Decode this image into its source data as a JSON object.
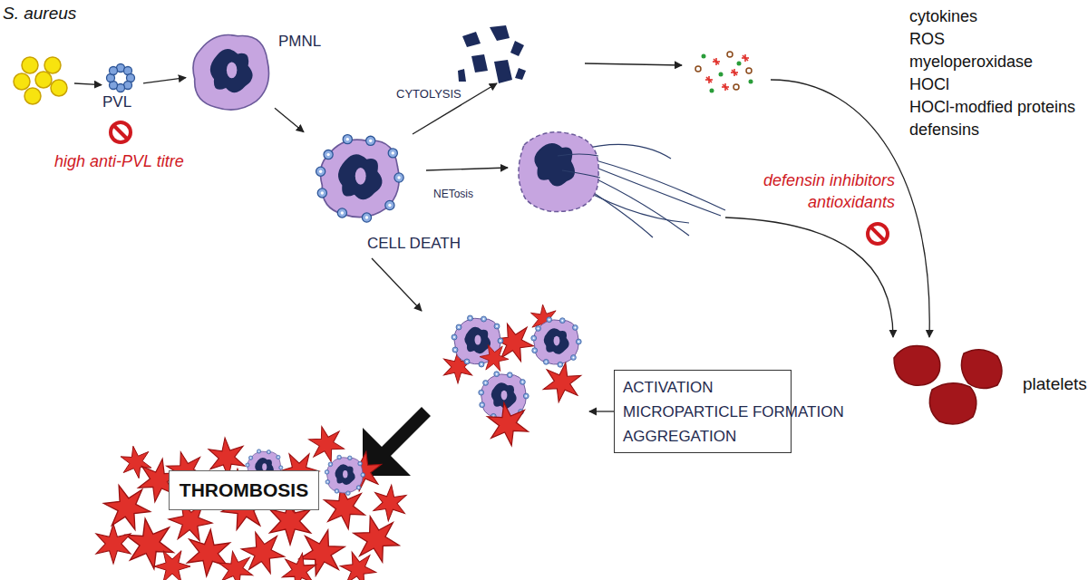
{
  "diagram": {
    "nodes": [
      {
        "text": [
          "S. aureus"
        ]
      },
      {
        "text": [
          "PVL"
        ]
      },
      {
        "text": [
          "PMNL"
        ]
      },
      {
        "text": [
          "CELL DEATH"
        ]
      },
      {
        "text": [
          "cytokines",
          "ROS",
          "myeloperoxidase",
          "HOCl",
          "HOCl-modfied proteins",
          "defensins"
        ]
      },
      {
        "text": [
          "platelets"
        ]
      },
      {
        "text": [
          "ACTIVATION",
          "MICROPARTICLE FORMATION",
          "AGGREGATION"
        ]
      },
      {
        "text": [
          "THROMBOSIS"
        ]
      }
    ],
    "edges": [
      {
        "from": 0,
        "to": 1,
        "arrow": "to"
      },
      {
        "from": 1,
        "to": 2,
        "arrow": "to"
      },
      {
        "from": 2,
        "to": 3,
        "arrow": "to"
      }
    ],
    "labels": [
      "CYTOLYSIS",
      "NETosis",
      "high anti-PVL titre",
      "defensin inhibitors antioxidants"
    ]
  }
}
